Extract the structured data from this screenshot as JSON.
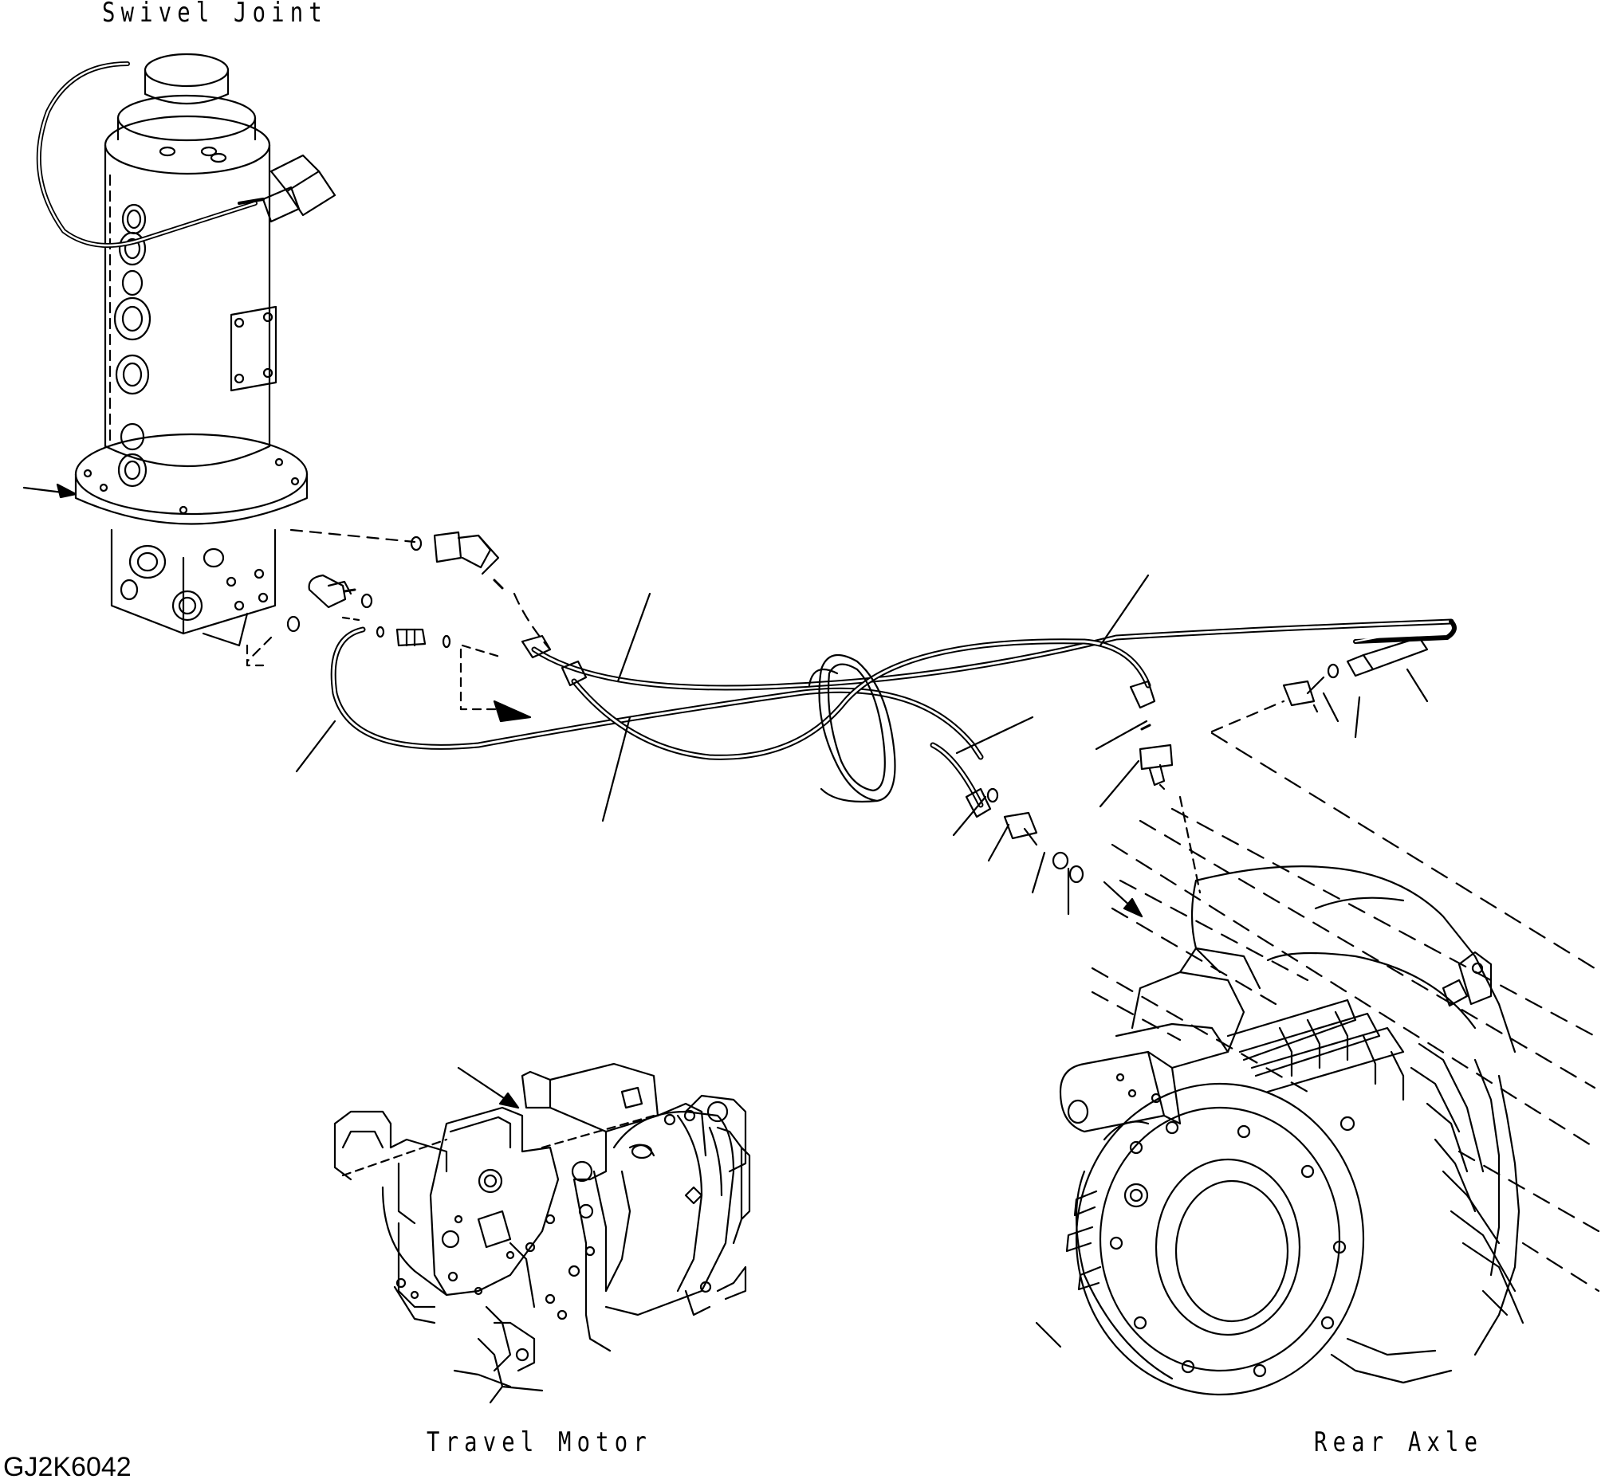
{
  "labels": {
    "swivel_joint": "Swivel Joint",
    "travel_motor": "Travel Motor",
    "rear_axle": "Rear Axle",
    "drawing_code": "GJ2K6042"
  }
}
